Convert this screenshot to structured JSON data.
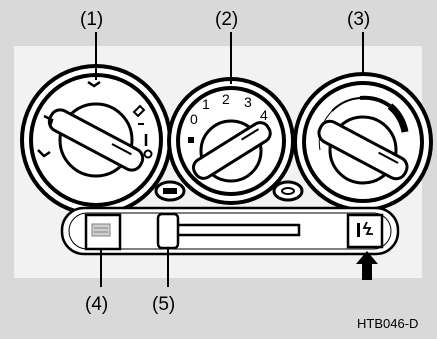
{
  "callouts": {
    "c1": "(1)",
    "c2": "(2)",
    "c3": "(3)",
    "c4": "(4)",
    "c5": "(5)"
  },
  "fan_scale": {
    "s0": "0",
    "s1": "1",
    "s2": "2",
    "s3": "3",
    "s4": "4"
  },
  "figure_code": "HTB046-D",
  "colors": {
    "background": "#d9d9d9",
    "panel": "#f2f2f2",
    "ink": "#000000",
    "knob_face": "#ffffff"
  },
  "icons": {
    "knob1": "air-mode-selector-knob",
    "knob2": "fan-speed-knob",
    "knob3": "temperature-knob",
    "switch4": "rear-defroster-switch",
    "lever5": "air-intake-lever",
    "recirc": "recirculation-icon",
    "arrow": "up-arrow-icon"
  }
}
